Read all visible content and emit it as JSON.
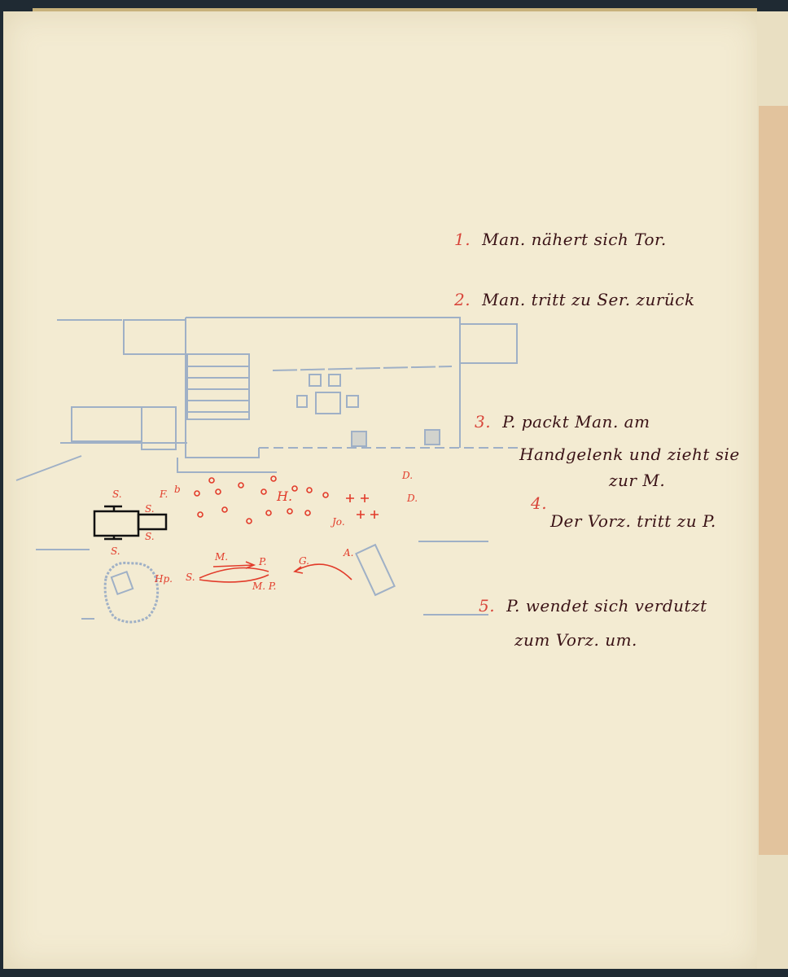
{
  "notes": [
    {
      "num": "1.",
      "text": "Man. nähert sich Tor."
    },
    {
      "num": "2.",
      "text": "Man. tritt zu Ser. zurück"
    },
    {
      "num": "3.",
      "text": "P. packt Man. am",
      "text2": "Handgelenk und zieht sie",
      "text3": "zur M."
    },
    {
      "num": "4.",
      "text": "Der Vorz. tritt zu P."
    },
    {
      "num": "5.",
      "text": "P. wendet sich verdutzt",
      "text2": "zum Vorz. um."
    }
  ],
  "sketch_labels": {
    "s1": "S.",
    "f": "F.",
    "b": "b",
    "h": "H.",
    "jo": "Jo.",
    "d1": "D.",
    "d2": "D.",
    "s2": "S.",
    "s3": "S.",
    "s4": "S.",
    "m": "M.",
    "p": "P.",
    "mp": "M. P.",
    "g": "G.",
    "a": "A.",
    "hp": "Hp.",
    "s5": "S."
  },
  "colors": {
    "ink": "#3a1216",
    "red": "#e23b2a",
    "pencil": "#9fb0c6",
    "paper": "#f3ebd2"
  }
}
